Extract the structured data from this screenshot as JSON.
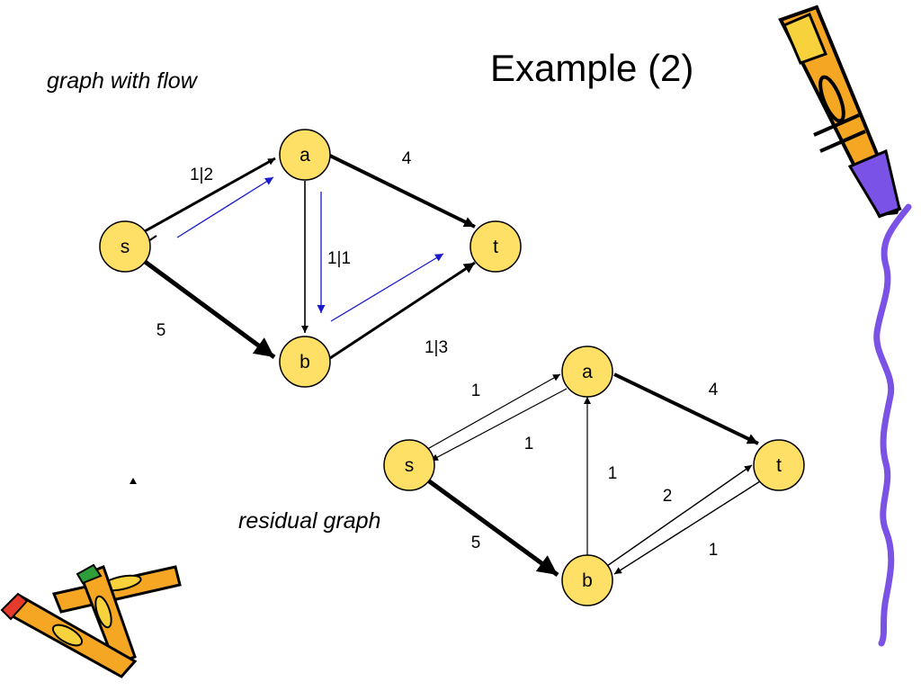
{
  "slide": {
    "title": "Example (2)",
    "caption_flow": "graph with flow",
    "caption_residual": "residual graph"
  },
  "colors": {
    "node_fill": "#ffe066",
    "edge": "#000000",
    "augmenting_path": "#1a1acc",
    "squiggle": "#7b52e6",
    "pencil_orange": "#f5a623"
  },
  "flow_graph": {
    "nodes": {
      "s": "s",
      "a": "a",
      "b": "b",
      "t": "t"
    },
    "edges": {
      "s_a": "1|2",
      "a_t": "4",
      "a_b": "1|1",
      "s_b": "5",
      "b_t": "1|3"
    }
  },
  "residual_graph": {
    "nodes": {
      "s": "s",
      "a": "a",
      "b": "b",
      "t": "t"
    },
    "edges": {
      "s_a": "1",
      "a_s": "1",
      "a_t": "4",
      "b_a": "1",
      "b_t": "2",
      "t_b": "1",
      "s_b": "5"
    }
  },
  "decorations": [
    "pencil-icon",
    "crayons-icon",
    "squiggle-border"
  ]
}
